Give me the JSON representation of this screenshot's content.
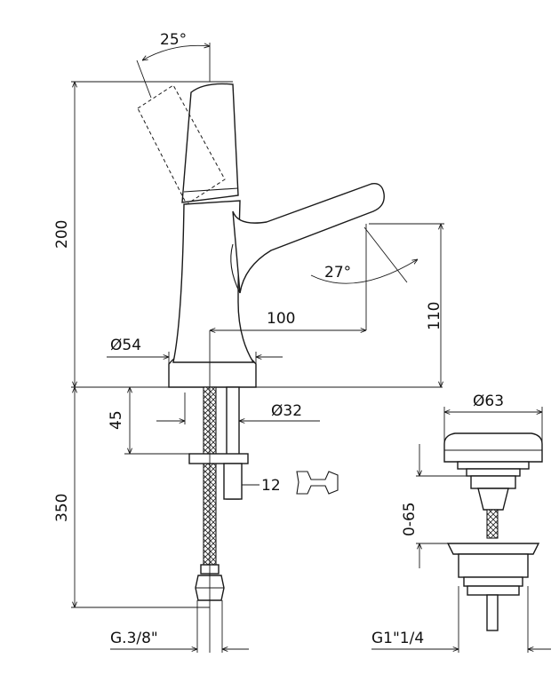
{
  "dimensions": {
    "lever_angle": "25°",
    "total_height": "200",
    "spout_angle": "27°",
    "spout_reach": "100",
    "spout_height": "110",
    "base_diameter": "Ø54",
    "shank_diameter": "Ø32",
    "shank_length": "45",
    "hose_length": "350",
    "wrench_size": "12",
    "hose_thread": "G.3/8\"",
    "waste_diameter": "Ø63",
    "waste_range": "0-65",
    "waste_thread": "G1\"1/4"
  },
  "icons": {
    "wrench": "wrench-icon"
  }
}
